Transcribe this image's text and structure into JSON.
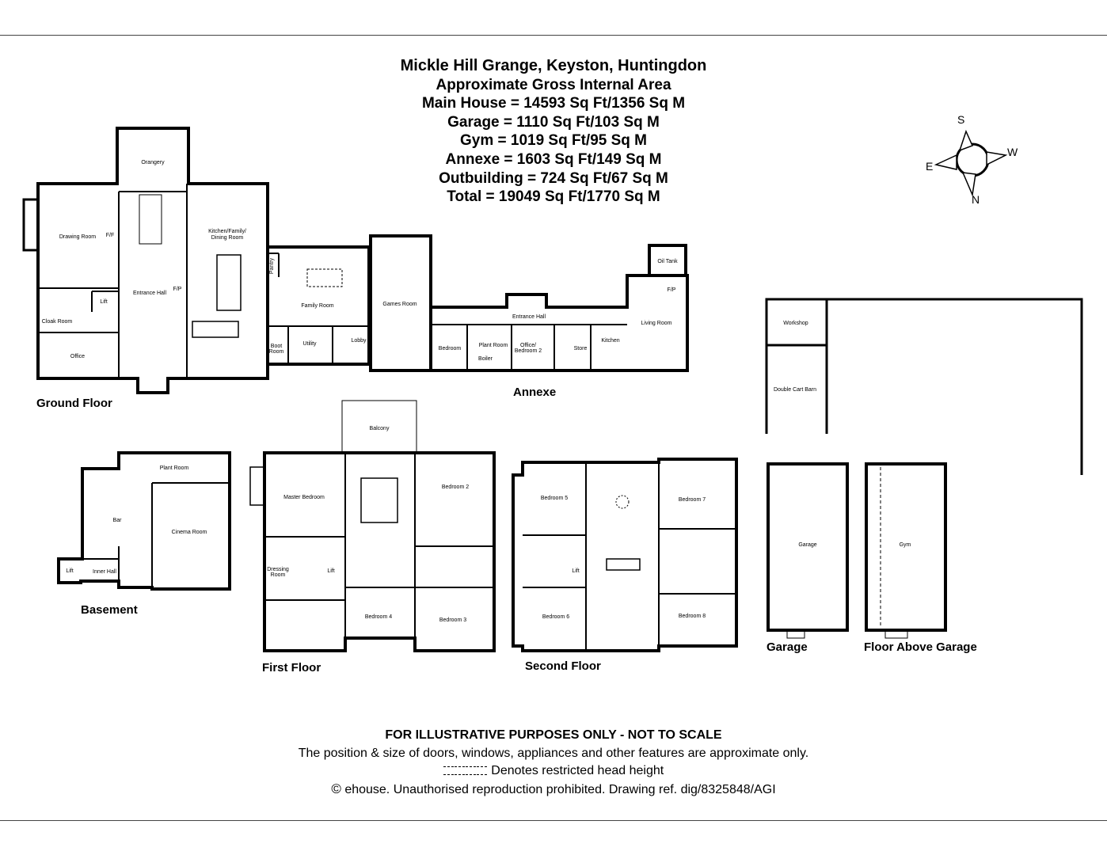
{
  "header": {
    "title": "Mickle Hill Grange, Keyston, Huntingdon",
    "subtitle": "Approximate Gross Internal Area",
    "areas": [
      "Main House = 14593 Sq Ft/1356 Sq M",
      "Garage = 1110 Sq Ft/103 Sq M",
      "Gym = 1019 Sq Ft/95 Sq M",
      "Annexe = 1603 Sq Ft/149 Sq M",
      "Outbuilding = 724 Sq Ft/67 Sq M",
      "Total = 19049 Sq Ft/1770 Sq M"
    ]
  },
  "compass": {
    "s": "S",
    "w": "W",
    "e": "E",
    "n": "N"
  },
  "floor_labels": {
    "ground": "Ground Floor",
    "annexe": "Annexe",
    "basement": "Basement",
    "first": "First Floor",
    "second": "Second Floor",
    "garage": "Garage",
    "floor_above_garage": "Floor Above Garage"
  },
  "rooms": {
    "orangery": "Orangery",
    "drawing_room": "Drawing Room",
    "ff": "F/F",
    "kitchen_family_dining_1": "Kitchen/Family/",
    "kitchen_family_dining_2": "Dining Room",
    "pantry": "Pantry",
    "family_room": "Family Room",
    "games_room": "Games Room",
    "entrance_hall": "Entrance Hall",
    "fp": "F/P",
    "lift": "Lift",
    "cloak_room": "Cloak Room",
    "office": "Office",
    "boot_room_1": "Boot",
    "boot_room_2": "Room",
    "utility": "Utility",
    "lobby": "Lobby",
    "annexe_entrance_hall": "Entrance Hall",
    "bedroom": "Bedroom",
    "plant_room": "Plant Room",
    "boiler": "Boiler",
    "office_bedroom_1": "Office/",
    "office_bedroom_2": "Bedroom 2",
    "store": "Store",
    "kitchen": "Kitchen",
    "living_room": "Living Room",
    "annexe_fp": "F/P",
    "oil_tank": "Oil Tank",
    "workshop": "Workshop",
    "double_cart_barn": "Double Cart Barn",
    "balcony": "Balcony",
    "basement_plant_room": "Plant Room",
    "bar": "Bar",
    "cinema_room": "Cinema Room",
    "basement_lift": "Lift",
    "inner_hall": "Inner Hall",
    "master_bedroom": "Master Bedroom",
    "bedroom_2": "Bedroom 2",
    "dressing_room_1": "Dressing",
    "dressing_room_2": "Room",
    "first_lift": "Lift",
    "bedroom_4": "Bedroom 4",
    "bedroom_3": "Bedroom 3",
    "bedroom_5": "Bedroom 5",
    "bedroom_7": "Bedroom 7",
    "second_lift": "Lift",
    "bedroom_6": "Bedroom 6",
    "bedroom_8": "Bedroom 8",
    "garage_room": "Garage",
    "gym": "Gym"
  },
  "footer": {
    "disclaimer": "FOR ILLUSTRATIVE PURPOSES ONLY - NOT TO SCALE",
    "note": "The position & size of doors, windows, appliances and other features are approximate only.",
    "legend": "Denotes restricted head height",
    "copyright_symbol": "©",
    "copyright": "ehouse. Unauthorised reproduction prohibited. Drawing ref. dig/8325848/AGI"
  }
}
